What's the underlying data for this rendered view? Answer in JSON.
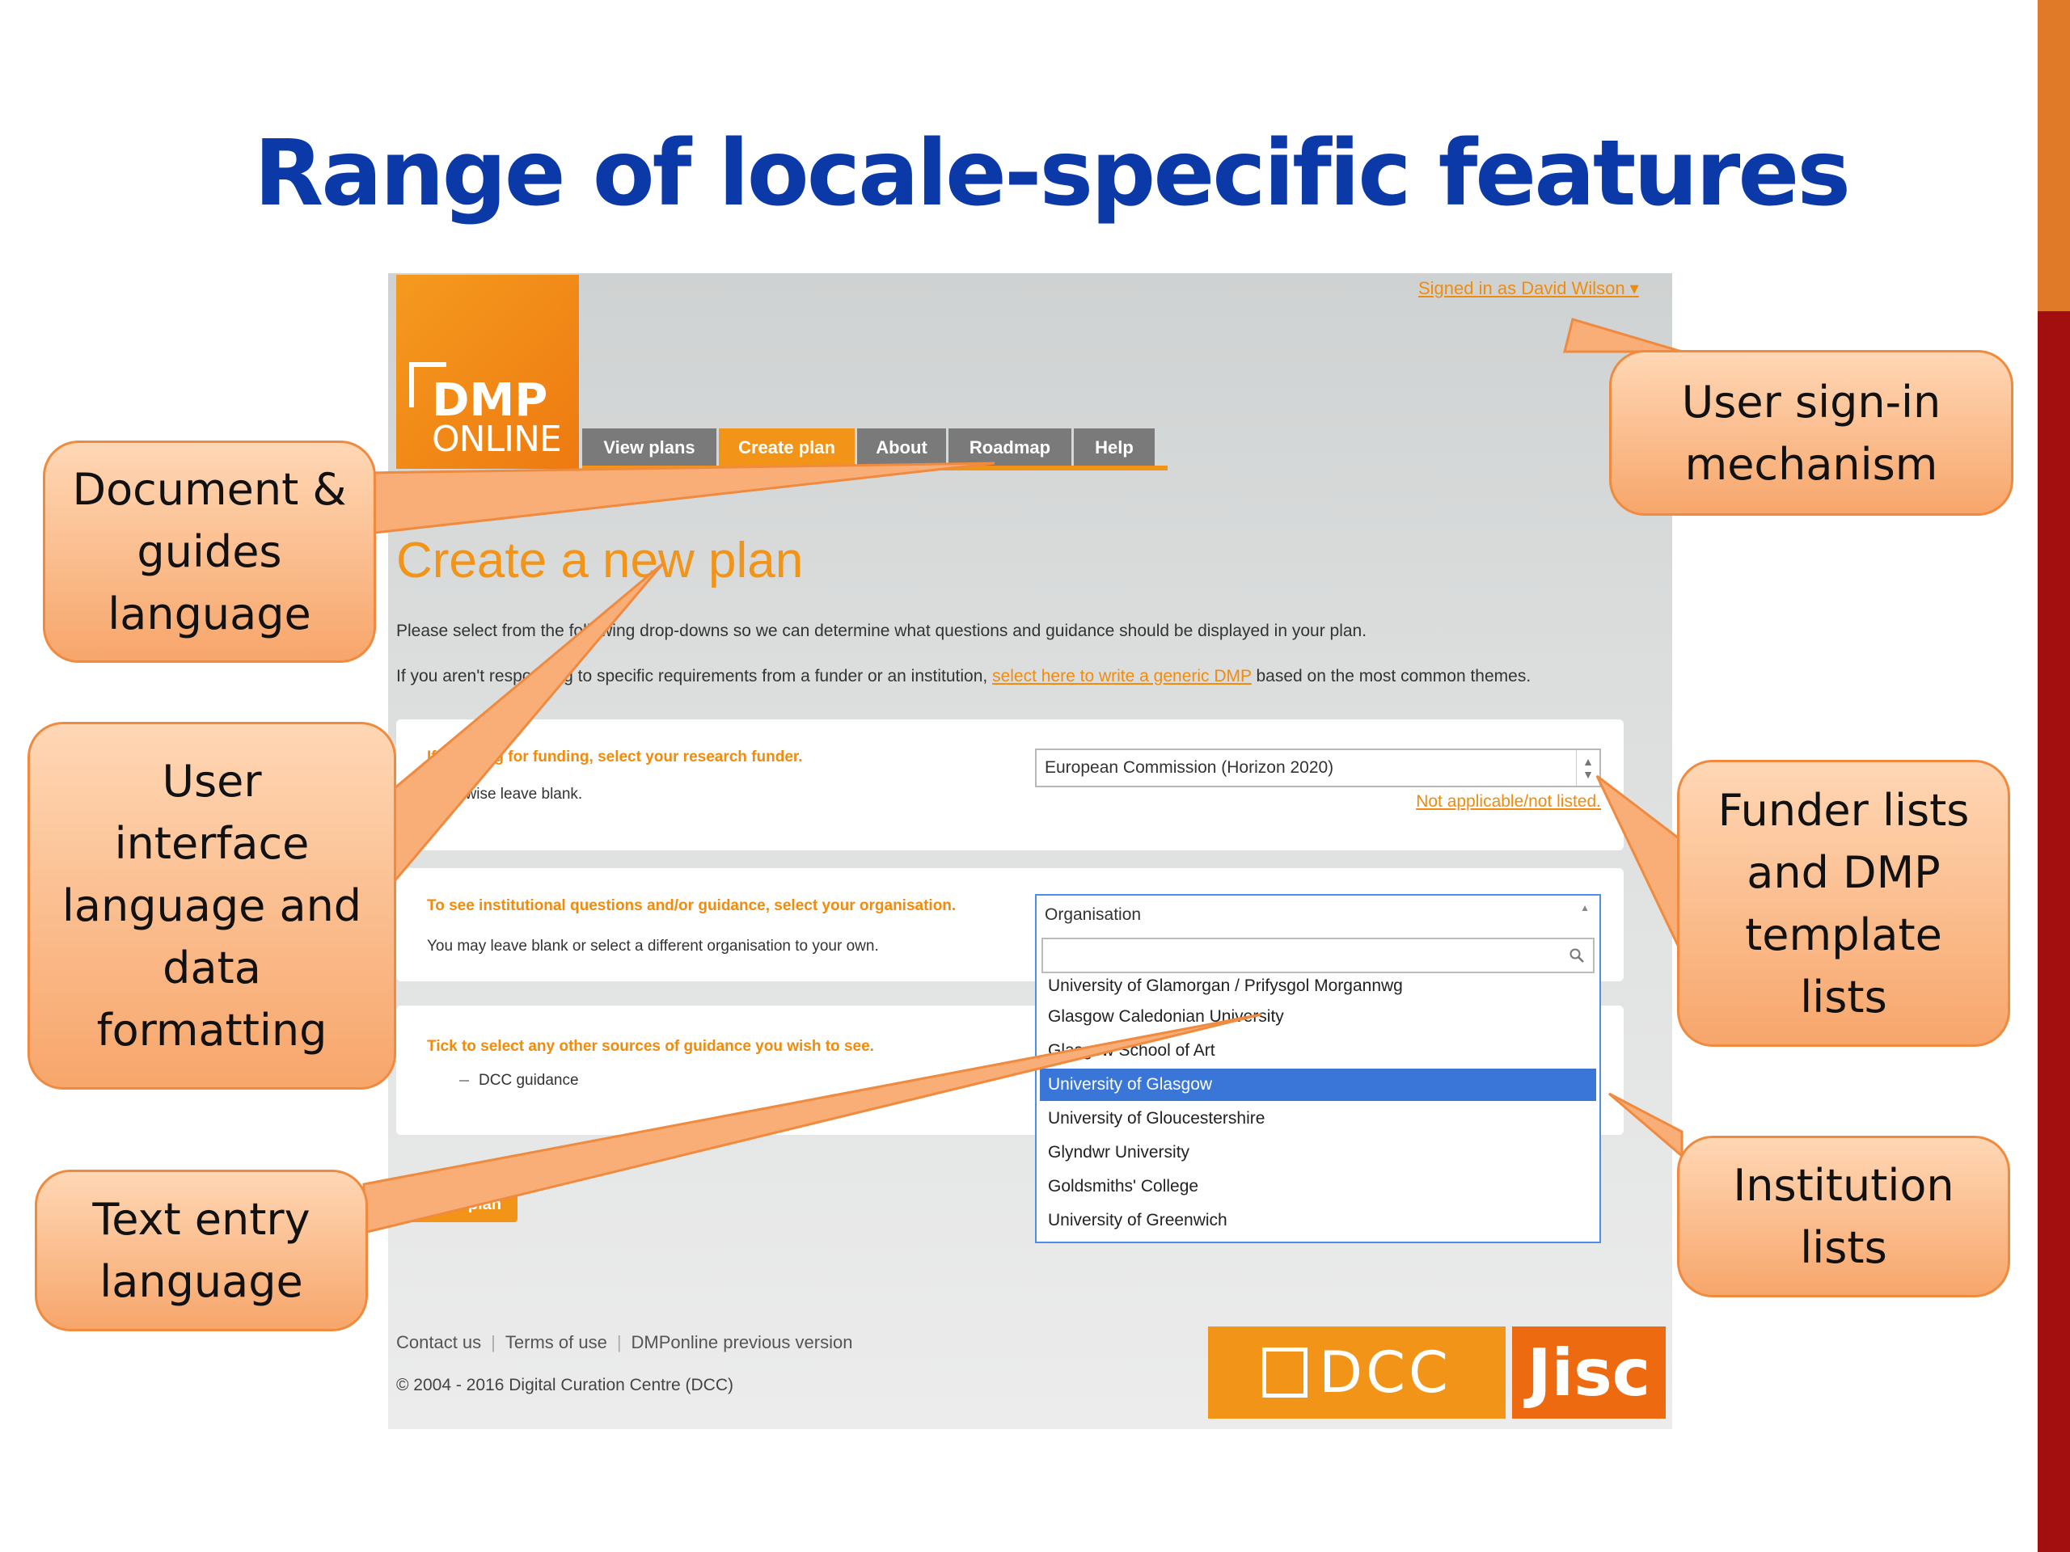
{
  "slide": {
    "title": "Range of locale-specific features"
  },
  "app": {
    "logo_text": "DMP",
    "logo_subtext": "ONLINE",
    "signed_in": "Signed in as David Wilson ▾",
    "nav": [
      "View plans",
      "Create plan",
      "About",
      "Roadmap",
      "Help"
    ],
    "active_nav": "Create plan"
  },
  "page": {
    "heading": "Create a new plan",
    "intro": "Please select from the following drop-downs so we can determine what questions and guidance should be displayed in your plan.",
    "generic_prefix": "If you aren't responding to specific requirements from a funder or an institution, ",
    "generic_link": "select here to write a generic DMP",
    "generic_suffix": " based on the most common themes."
  },
  "funder": {
    "label": "If applying for funding, select your research funder.",
    "help": "Otherwise leave blank.",
    "selected": "European Commission (Horizon 2020)",
    "not_applicable": "Not applicable/not listed."
  },
  "organisation": {
    "label": "To see institutional questions and/or guidance, select your organisation.",
    "help": "You may leave blank or select a different organisation to your own.",
    "placeholder": "Organisation",
    "options": [
      "University of Glamorgan / Prifysgol Morgannwg",
      "Glasgow Caledonian University",
      "Glasgow School of Art",
      "University of Glasgow",
      "University of Gloucestershire",
      "Glyndwr University",
      "Goldsmiths' College",
      "University of Greenwich"
    ],
    "highlighted": "University of Glasgow"
  },
  "guidance": {
    "label": "Tick to select any other sources of guidance you wish to see.",
    "option": "DCC guidance"
  },
  "create_button": "Create plan",
  "footer": {
    "links": [
      "Contact us",
      "Terms of use",
      "DMPonline previous version"
    ],
    "copyright": "© 2004 - 2016 Digital Curation Centre (DCC)",
    "dcc_logo": "DCC",
    "jisc_logo": "Jisc"
  },
  "callouts": {
    "user_signin": "User sign-in\nmechanism",
    "document_language": "Document &\nguides\nlanguage",
    "ui_language": "User\ninterface\nlanguage and\ndata\nformatting",
    "funder_lists": "Funder lists\nand DMP\ntemplate\nlists",
    "text_entry": "Text entry\nlanguage",
    "institution_lists": "Institution\nlists"
  },
  "colors": {
    "title_blue": "#0b3aa8",
    "brand_orange": "#f29418",
    "callout_fill": "#fbb98a",
    "dropdown_highlight": "#3a76d8"
  }
}
